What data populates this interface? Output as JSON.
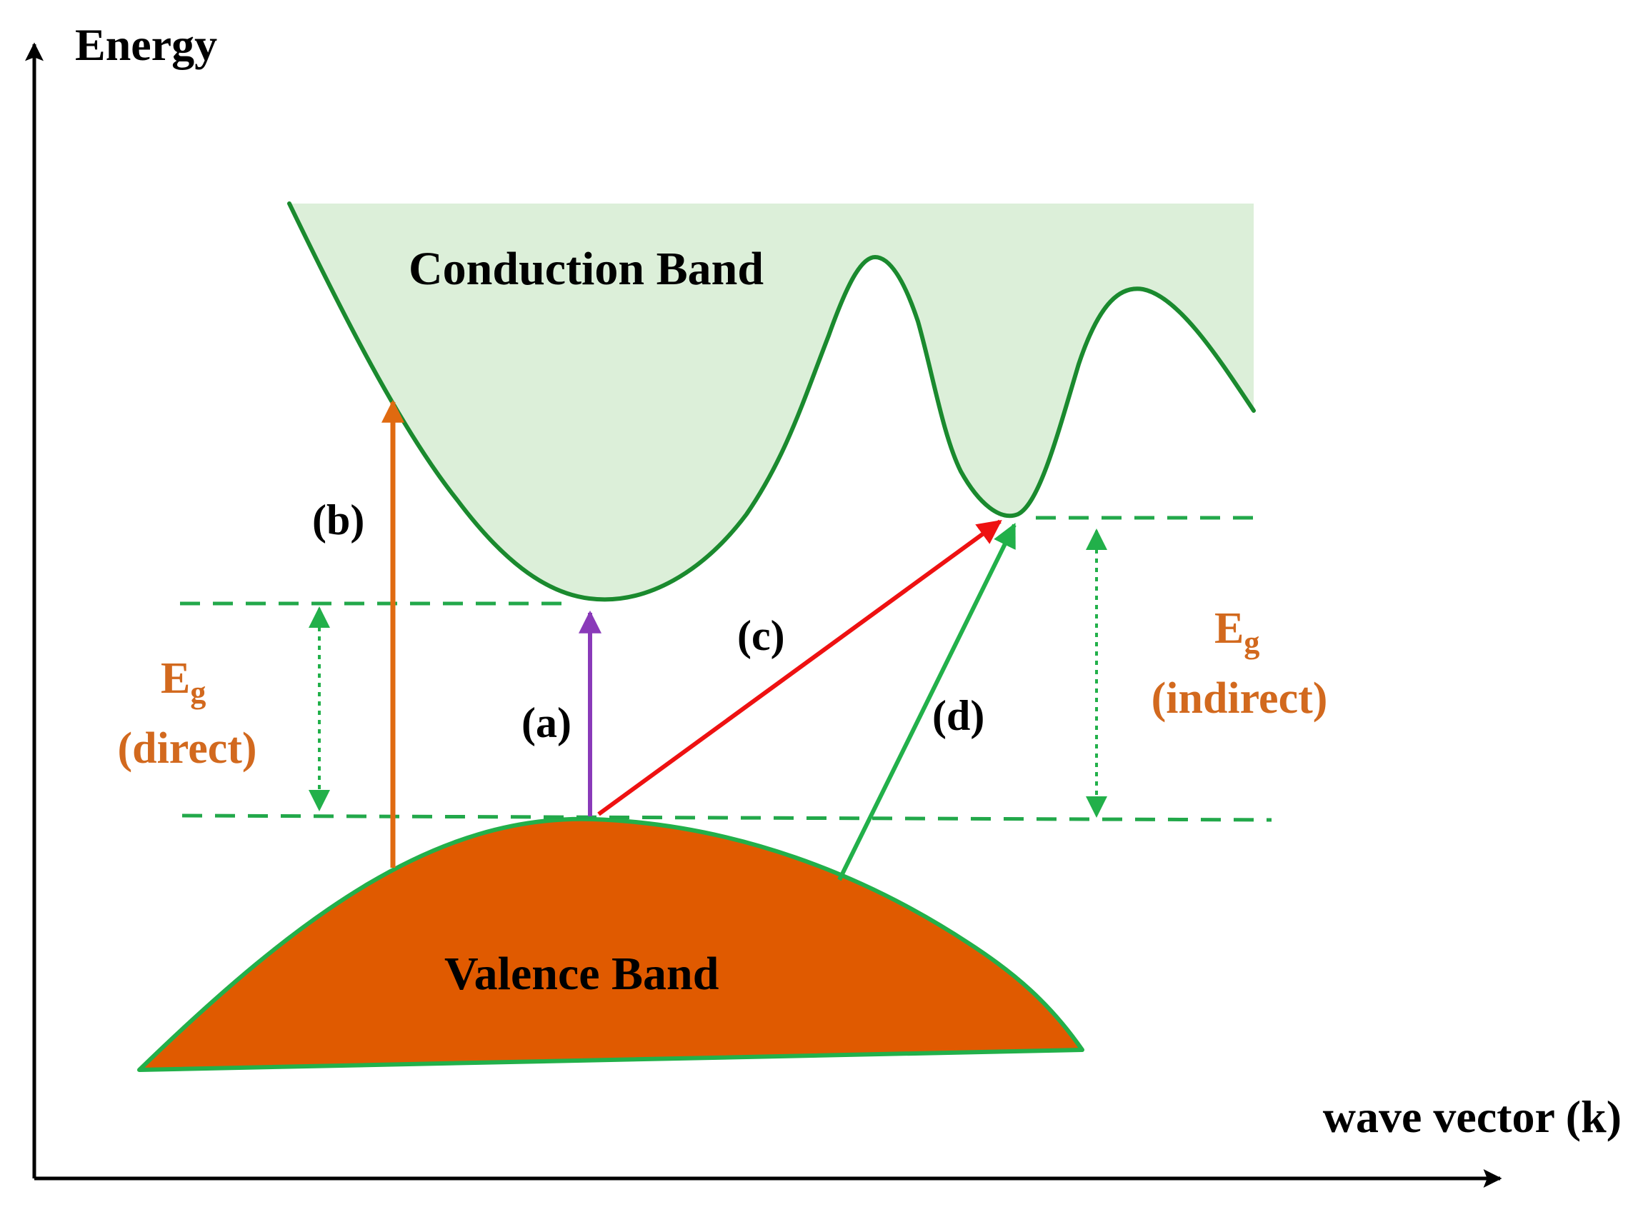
{
  "axes": {
    "y_label": "Energy",
    "x_label": "wave vector (k)"
  },
  "bands": {
    "conduction": "Conduction Band",
    "valence": "Valence Band"
  },
  "gaps": {
    "direct": {
      "symbol": "E",
      "subscript": "g",
      "label": "(direct)"
    },
    "indirect": {
      "symbol": "E",
      "subscript": "g",
      "label": "(indirect)"
    }
  },
  "transitions": {
    "a": "(a)",
    "b": "(b)",
    "c": "(c)",
    "d": "(d)"
  },
  "colors": {
    "conduction_fill": "#dcefd9",
    "band_edge": "#1a8a2e",
    "valence_fill": "#e05a00",
    "valence_edge": "#22b04a",
    "dashed_level": "#22a84a",
    "gap_arrow": "#22b04a",
    "arrow_a": "#8a3ab9",
    "arrow_b": "#e06a10",
    "arrow_c": "#ee1111",
    "arrow_d": "#22b04a",
    "gap_text": "#d2691e",
    "axis": "#000000"
  }
}
